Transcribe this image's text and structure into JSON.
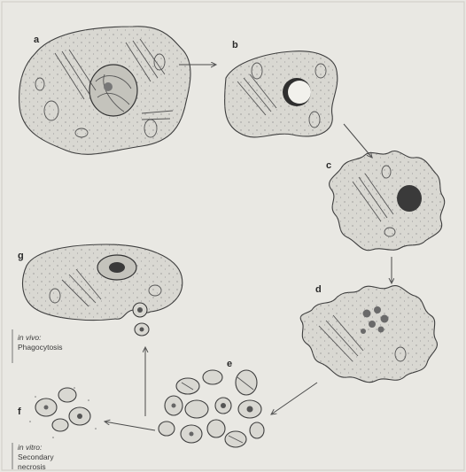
{
  "diagram": {
    "panel_labels": {
      "a": "a",
      "b": "b",
      "c": "c",
      "d": "d",
      "e": "e",
      "f": "f",
      "g": "g"
    },
    "captions": {
      "g_line1": "in vivo:",
      "g_line2": "Phagocytosis",
      "f_line1": "in vitro:",
      "f_line2": "Secondary",
      "f_line3": "necrosis"
    }
  }
}
